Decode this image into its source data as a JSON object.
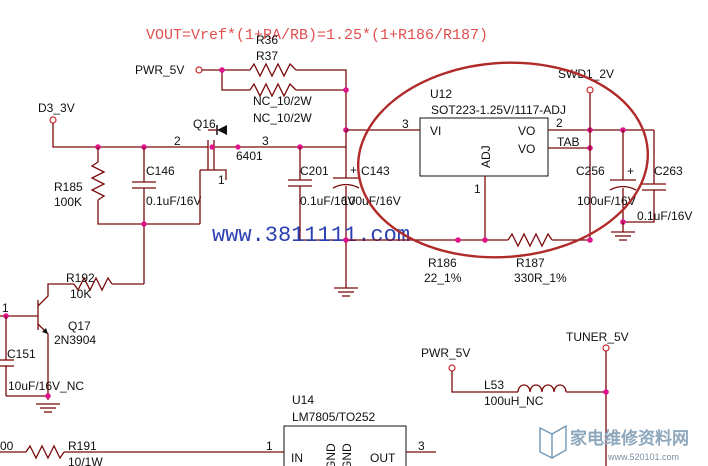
{
  "formula": "VOUT=Vref*(1+RA/RB)=1.25*(1+R186/R187)",
  "watermark": "www.3811111.com",
  "site_logo": "家电维修资料网",
  "site_url": "www.520101.com",
  "nets": {
    "pwr_5v_top": "PWR_5V",
    "d3_3v": "D3_3V",
    "swd1_2v": "SWD1_2V",
    "pwr_5v_bottom": "PWR_5V",
    "tuner_5v": "TUNER_5V"
  },
  "parts": {
    "r36": "R36",
    "r37": "R37",
    "nc1": "NC_10/2W",
    "nc2": "NC_10/2W",
    "u12_ref": "U12",
    "u12_val": "SOT223-1.25V/1117-ADJ",
    "q16_ref": "Q16",
    "q16_val": "6401",
    "c146_ref": "C146",
    "c146_val": "0.1uF/16V",
    "r185_ref": "R185",
    "r185_val": "100K",
    "c201_ref": "C201",
    "c201_val": "0.1uF/16V",
    "c143_ref": "C143",
    "c143_val": "100uF/16V",
    "c256_ref": "C256",
    "c256_val": "100uF/16V",
    "c263_ref": "C263",
    "c263_val": "0.1uF/16V",
    "r186_ref": "R186",
    "r186_val": "22_1%",
    "r187_ref": "R187",
    "r187_val": "330R_1%",
    "r192_ref": "R192",
    "r192_val": "10K",
    "q17_ref": "Q17",
    "q17_val": "2N3904",
    "c151_ref": "C151",
    "c151_val": "10uF/16V_NC",
    "l53_ref": "L53",
    "l53_val": "100uH_NC",
    "u14_ref": "U14",
    "u14_val": "LM7805/TO252",
    "r191_ref": "R191",
    "r191_val": "10/1W",
    "r_left_edge": "00"
  },
  "pins": {
    "vi": "VI",
    "vo1": "VO",
    "vo2": "VO",
    "tab": "TAB",
    "adj": "ADJ",
    "u12_pin3": "3",
    "u12_pin2": "2",
    "u12_pin1": "1",
    "q16_pin2": "2",
    "q16_pin3": "3",
    "q16_pin1": "1",
    "q17_pin1": "1",
    "c256_plus": "+",
    "c143_plus": "+",
    "in": "IN",
    "gnd": "GND",
    "out": "OUT",
    "u14_pin1": "1",
    "u14_pin3": "3"
  },
  "colors": {
    "wire": "#7a0a0a",
    "junction": "#e0148c",
    "highlight_ring": "#c62a2a",
    "formula": "#e05050",
    "watermark": "#2a3fb0"
  }
}
